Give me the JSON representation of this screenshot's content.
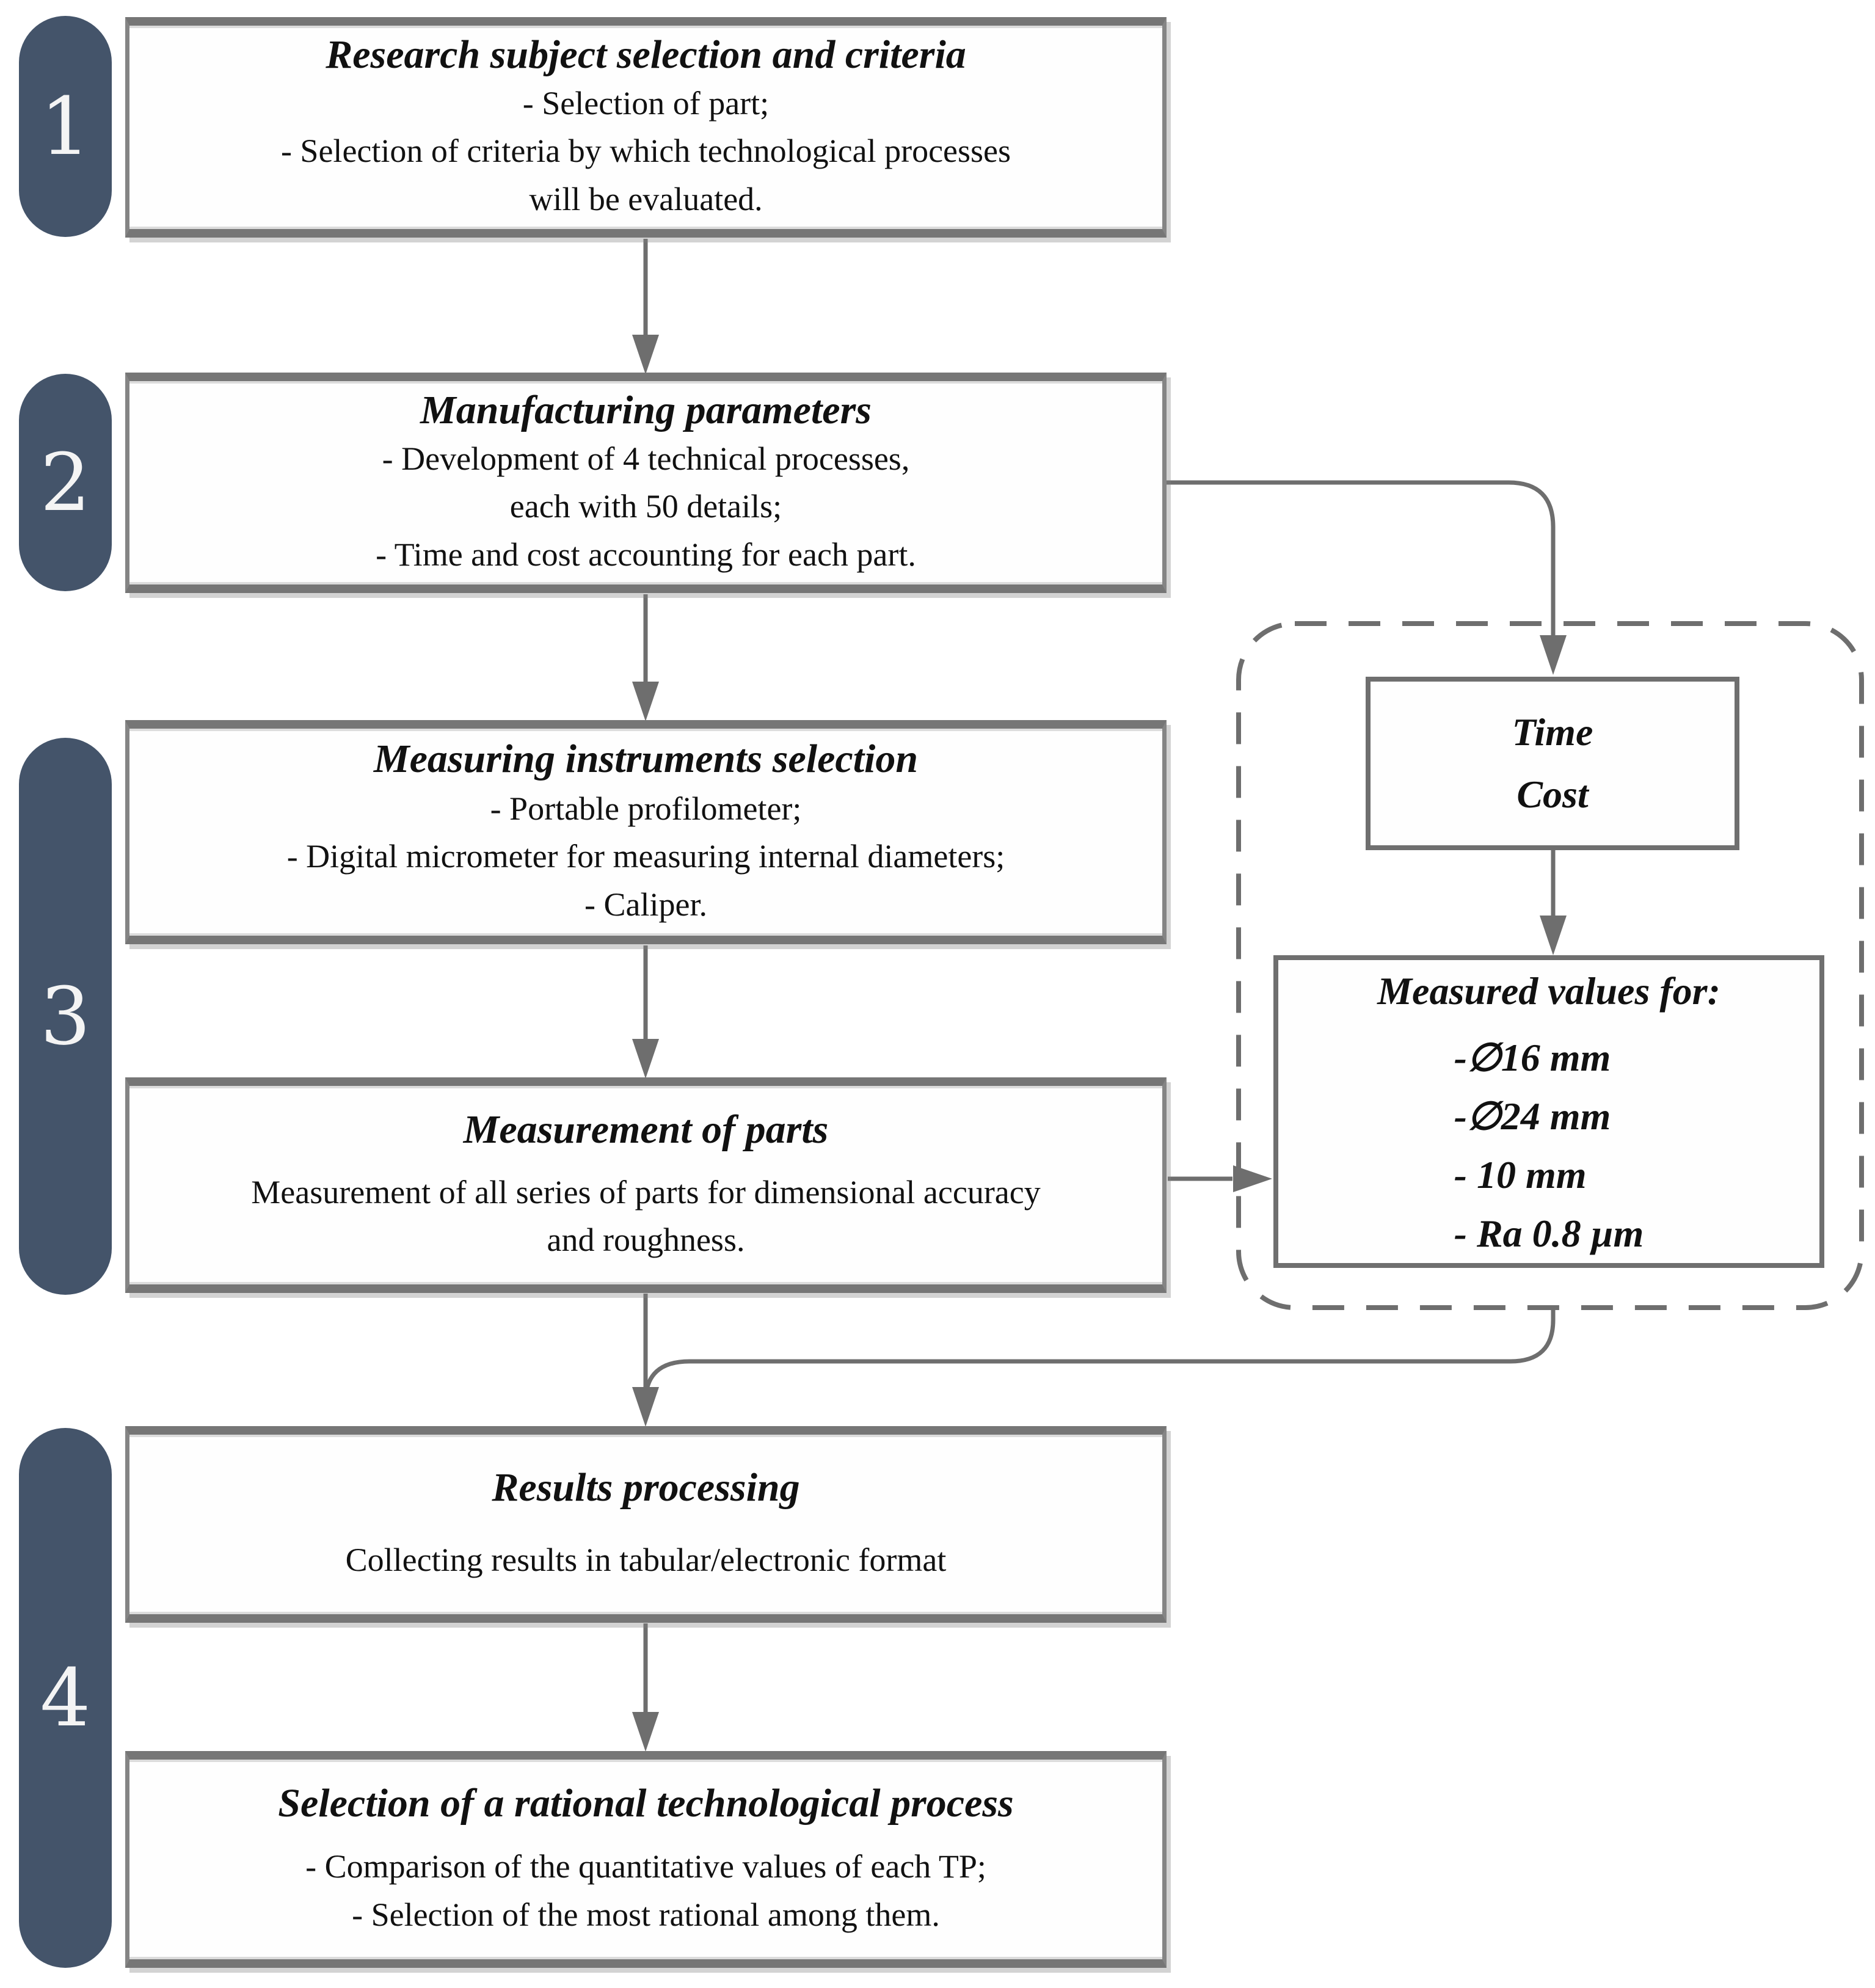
{
  "palette": {
    "pill_bg": "#44546A",
    "connector_gray": "#6e6e6e",
    "box_border_gray": "#767676"
  },
  "pills": [
    {
      "label": "1"
    },
    {
      "label": "2"
    },
    {
      "label": "3"
    },
    {
      "label": "4"
    }
  ],
  "boxes": [
    {
      "title": "Research subject selection and criteria",
      "body": "- Selection of part;\n- Selection of criteria by which technological processes\nwill be evaluated."
    },
    {
      "title": "Manufacturing parameters",
      "body": "- Development of 4 technical processes,\neach with 50 details;\n- Time and cost accounting for each part."
    },
    {
      "title": "Measuring instruments selection",
      "body": "- Portable profilometer;\n- Digital micrometer for measuring internal diameters;\n- Caliper."
    },
    {
      "title": "Measurement of parts",
      "body": "Measurement of all series of parts for dimensional accuracy\nand roughness."
    },
    {
      "title": "Results processing",
      "body": "Collecting results in tabular/electronic format"
    },
    {
      "title": "Selection of a rational technological process",
      "body": "- Comparison of the quantitative values of each TP;\n- Selection of the most rational among them."
    }
  ],
  "side_panel": {
    "time_cost_box": {
      "text": "Time\nCost"
    },
    "measured_box": {
      "title": "Measured values for:",
      "items": [
        "-∅16 mm",
        "-∅24 mm",
        "- 10 mm",
        "- Ra 0.8 µm"
      ]
    }
  }
}
